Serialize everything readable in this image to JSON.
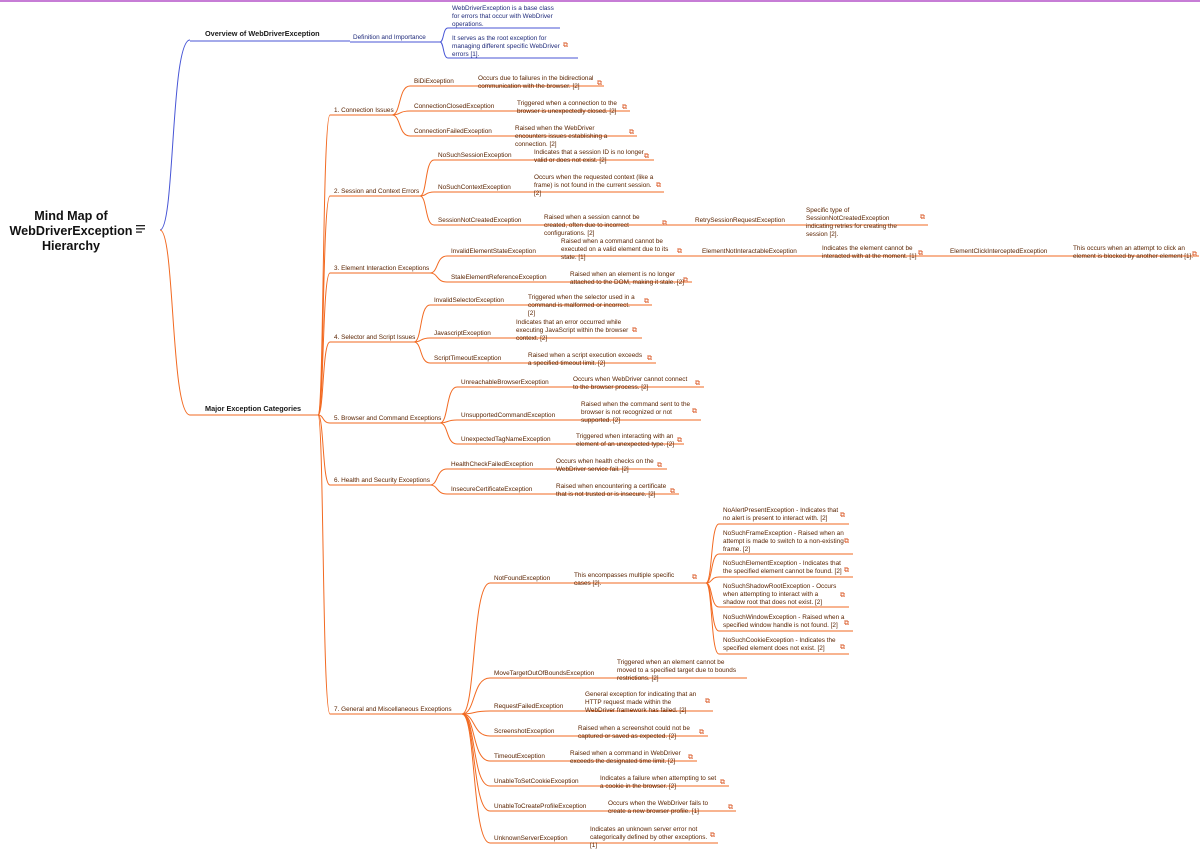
{
  "root": {
    "title": "Mind Map of WebDriverException Hierarchy",
    "menu_icon": "hamburger-menu-icon"
  },
  "link_icon": "⧉",
  "colors": {
    "orange": "#f26a22",
    "blue": "#4856d6",
    "text_dark": "#5a2300",
    "text_blue": "#1f2a7a"
  },
  "overview": {
    "label": "Overview of WebDriverException",
    "definition_label": "Definition and Importance",
    "notes": [
      "WebDriverException is a base class for errors that occur with WebDriver operations.",
      "It serves as the root exception for managing different specific WebDriver errors [1]."
    ]
  },
  "major": {
    "label": "Major Exception Categories",
    "categories": [
      {
        "label": "1. Connection Issues",
        "items": [
          {
            "name": "BiDiException",
            "desc": "Occurs due to failures in the bidirectional communication with the browser. [2]"
          },
          {
            "name": "ConnectionClosedException",
            "desc": "Triggered when a connection to the browser is unexpectedly closed. [2]"
          },
          {
            "name": "ConnectionFailedException",
            "desc": "Raised when the WebDriver encounters issues establishing a connection. [2]"
          }
        ]
      },
      {
        "label": "2. Session and Context Errors",
        "items": [
          {
            "name": "NoSuchSessionException",
            "desc": "Indicates that a session ID is no longer valid or does not exist. [2]"
          },
          {
            "name": "NoSuchContextException",
            "desc": "Occurs when the requested context (like a frame) is not found in the current session. [2]"
          },
          {
            "name": "SessionNotCreatedException",
            "desc": "Raised when a session cannot be created, often due to incorrect configurations. [2]",
            "child": {
              "name": "RetrySessionRequestException",
              "desc": "Specific type of SessionNotCreatedException indicating retries for creating the session [2]."
            }
          }
        ]
      },
      {
        "label": "3. Element Interaction Exceptions",
        "items": [
          {
            "name": "InvalidElementStateException",
            "desc": "Raised when a command cannot be executed on a valid element due to its state. [1]",
            "child": {
              "name": "ElementNotInteractableException",
              "desc": "Indicates the element cannot be interacted with at the moment. [1]",
              "child": {
                "name": "ElementClickInterceptedException",
                "desc": "This occurs when an attempt to click an element is blocked by another element [1]."
              }
            }
          },
          {
            "name": "StaleElementReferenceException",
            "desc": "Raised when an element is no longer attached to the DOM, making it stale. [2]"
          }
        ]
      },
      {
        "label": "4. Selector and Script Issues",
        "items": [
          {
            "name": "InvalidSelectorException",
            "desc": "Triggered when the selector used in a command is malformed or incorrect. [2]"
          },
          {
            "name": "JavascriptException",
            "desc": "Indicates that an error occurred while executing JavaScript within the browser context. [2]"
          },
          {
            "name": "ScriptTimeoutException",
            "desc": "Raised when a script execution exceeds a specified timeout limit. [2]"
          }
        ]
      },
      {
        "label": "5. Browser and Command Exceptions",
        "items": [
          {
            "name": "UnreachableBrowserException",
            "desc": "Occurs when WebDriver cannot connect to the browser process. [2]"
          },
          {
            "name": "UnsupportedCommandException",
            "desc": "Raised when the command sent to the browser is not recognized or not supported. [2]"
          },
          {
            "name": "UnexpectedTagNameException",
            "desc": "Triggered when interacting with an element of an unexpected type. [2]"
          }
        ]
      },
      {
        "label": "6. Health and Security Exceptions",
        "items": [
          {
            "name": "HealthCheckFailedException",
            "desc": "Occurs when health checks on the WebDriver service fail. [2]"
          },
          {
            "name": "InsecureCertificateException",
            "desc": "Raised when encountering a certificate that is not trusted or is insecure. [2]"
          }
        ]
      },
      {
        "label": "7. General and Miscellaneous Exceptions",
        "items": [
          {
            "name": "NotFoundException",
            "desc": "This encompasses multiple specific cases [2].",
            "children": [
              "NoAlertPresentException - Indicates that no alert is present to interact with. [2]",
              "NoSuchFrameException - Raised when an attempt is made to switch to a non-existing frame. [2]",
              "NoSuchElementException - Indicates that the specified element cannot be found. [2]",
              "NoSuchShadowRootException - Occurs when attempting to interact with a shadow root that does not exist. [2]",
              "NoSuchWindowException - Raised when a specified window handle is not found. [2]",
              "NoSuchCookieException - Indicates the specified element does not exist. [2]"
            ]
          },
          {
            "name": "MoveTargetOutOfBoundsException",
            "desc": "Triggered when an element cannot be moved to a specified target due to bounds restrictions. [2]"
          },
          {
            "name": "RequestFailedException",
            "desc": "General exception for indicating that an HTTP request made within the WebDriver framework has failed. [2]"
          },
          {
            "name": "ScreenshotException",
            "desc": "Raised when a screenshot could not be captured or saved as expected. [2]"
          },
          {
            "name": "TimeoutException",
            "desc": "Raised when a command in WebDriver exceeds the designated time limit. [2]"
          },
          {
            "name": "UnableToSetCookieException",
            "desc": "Indicates a failure when attempting to set a cookie in the browser. [2]"
          },
          {
            "name": "UnableToCreateProfileException",
            "desc": "Occurs when the WebDriver fails to create a new browser profile. [1]"
          },
          {
            "name": "UnknownServerException",
            "desc": "Indicates an unknown server error not categorically defined by other exceptions. [1]"
          }
        ]
      }
    ]
  }
}
